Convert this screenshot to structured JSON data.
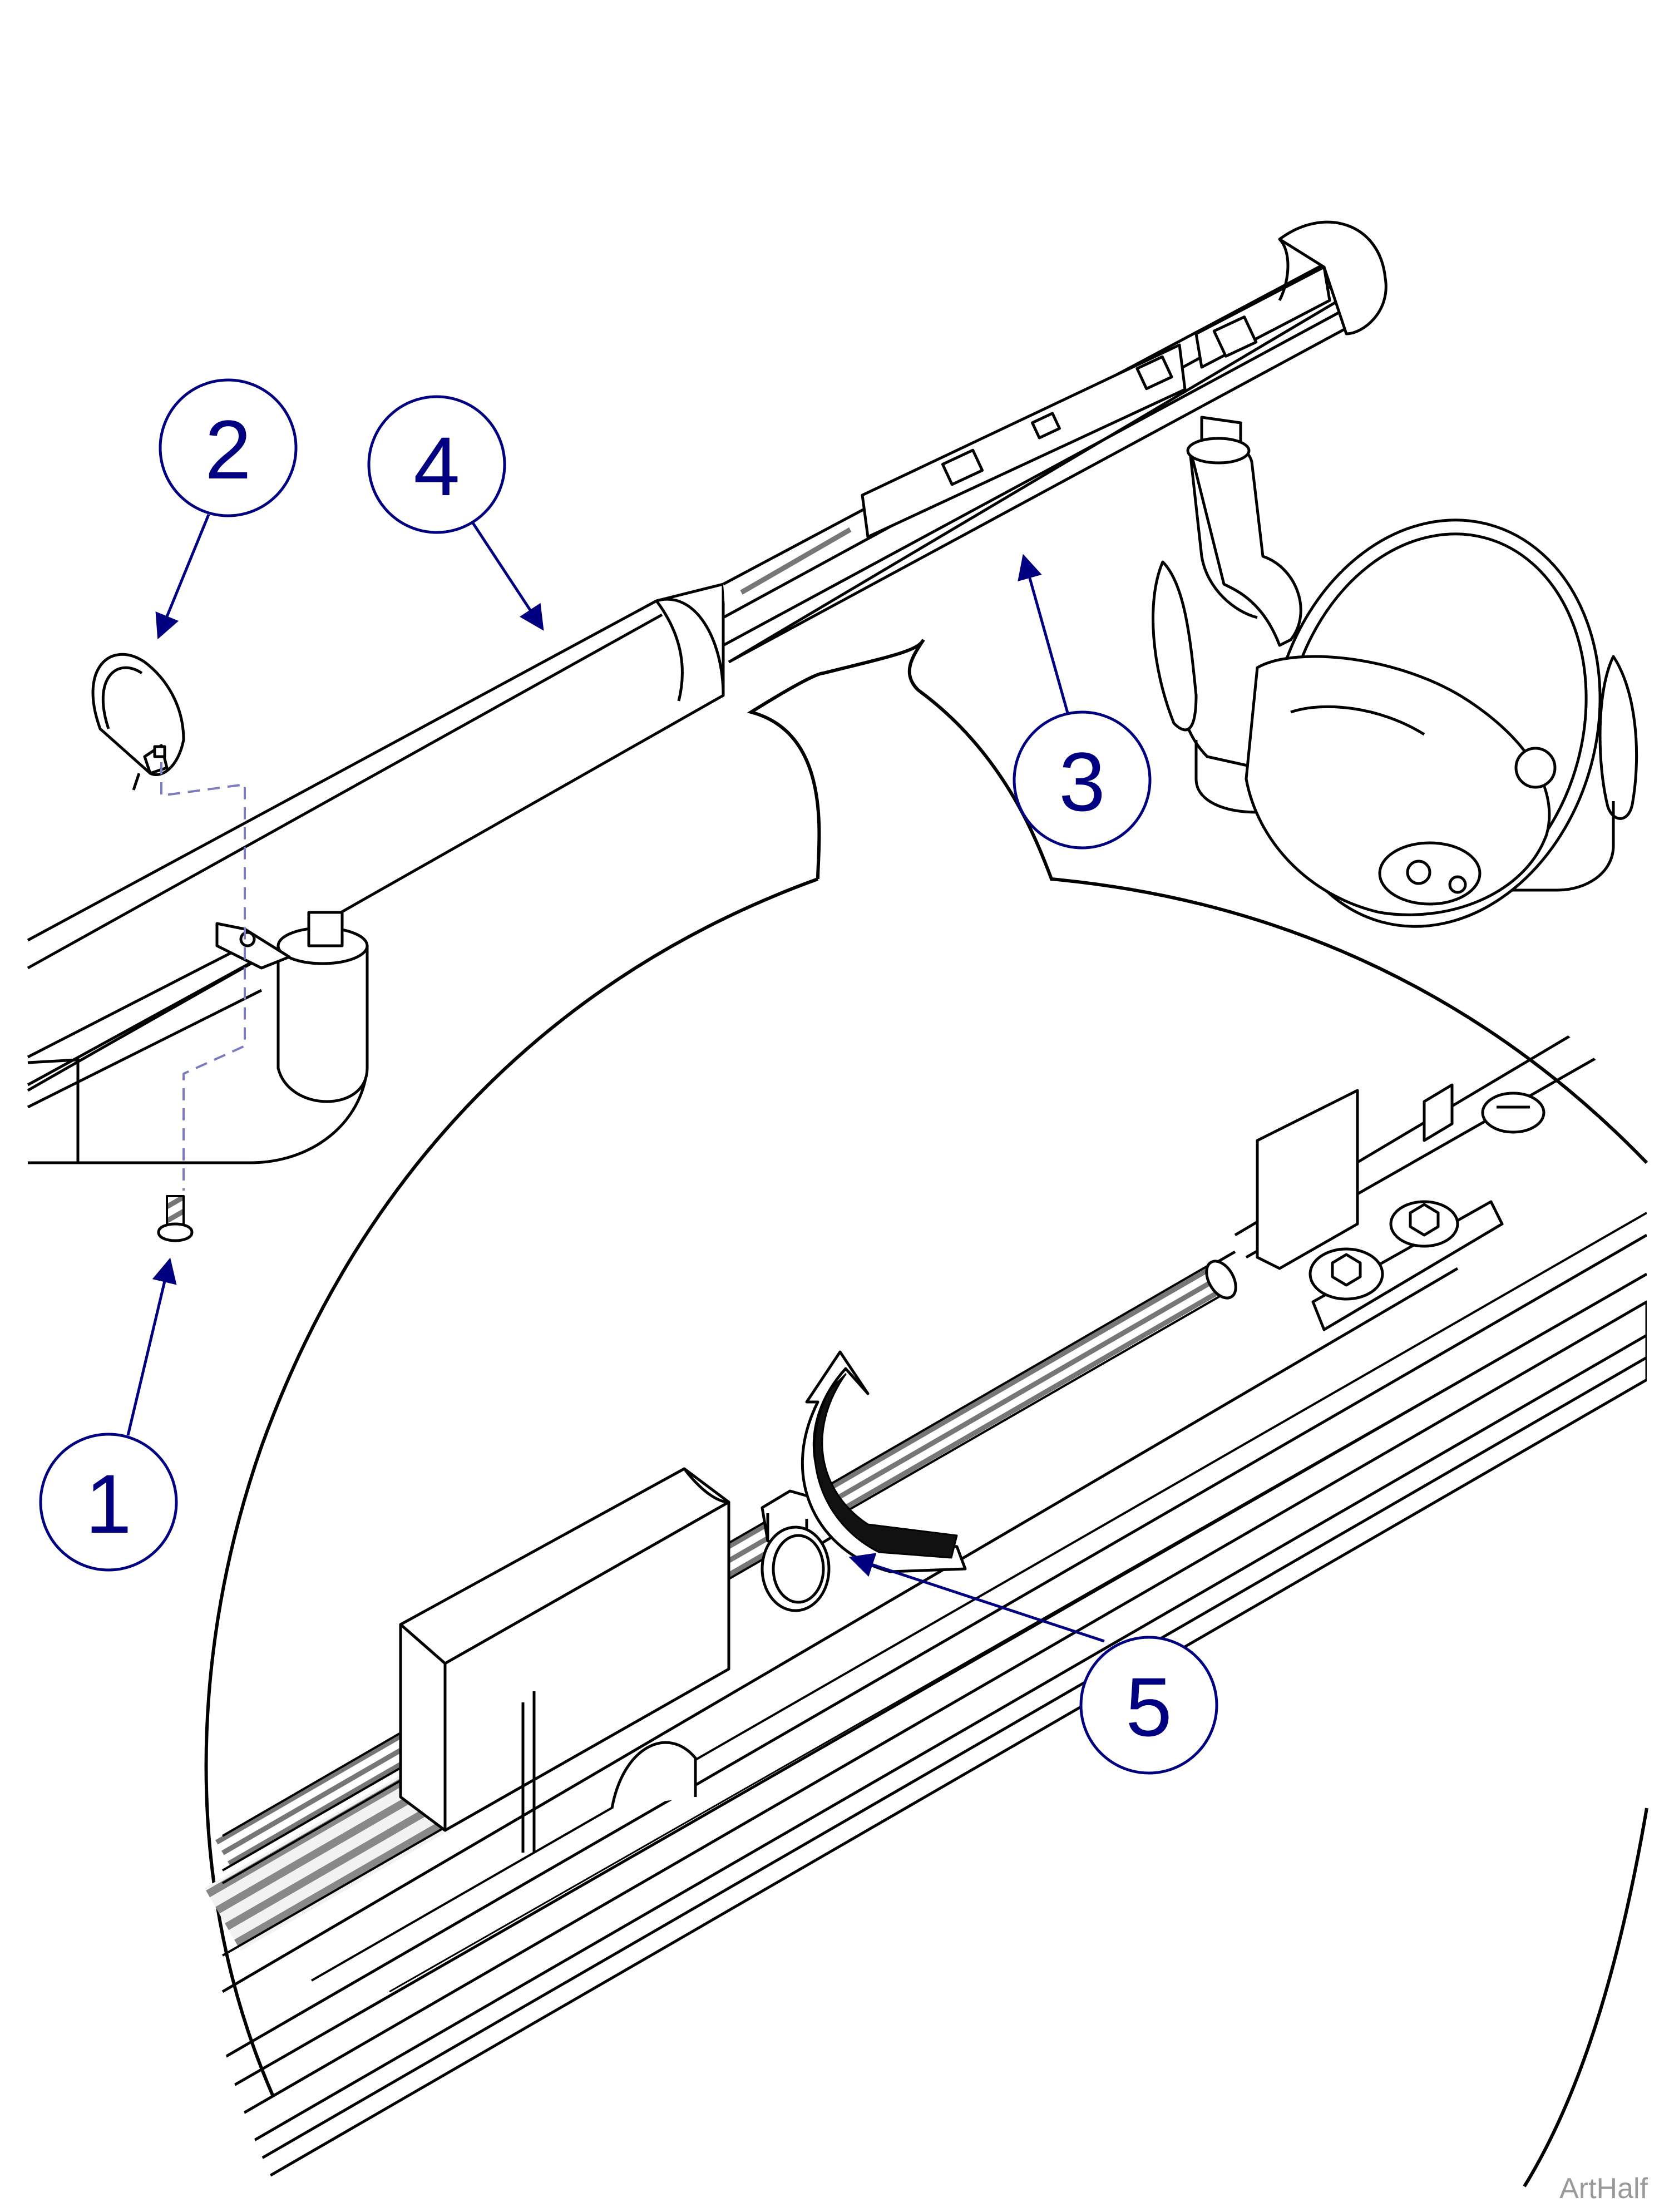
{
  "callouts": [
    {
      "id": "1",
      "label": "1"
    },
    {
      "id": "2",
      "label": "2"
    },
    {
      "id": "3",
      "label": "3"
    },
    {
      "id": "4",
      "label": "4"
    },
    {
      "id": "5",
      "label": "5"
    }
  ],
  "watermark": "ArtHalf",
  "colors": {
    "callout": "#000080",
    "line": "#000000",
    "background": "#ffffff"
  }
}
